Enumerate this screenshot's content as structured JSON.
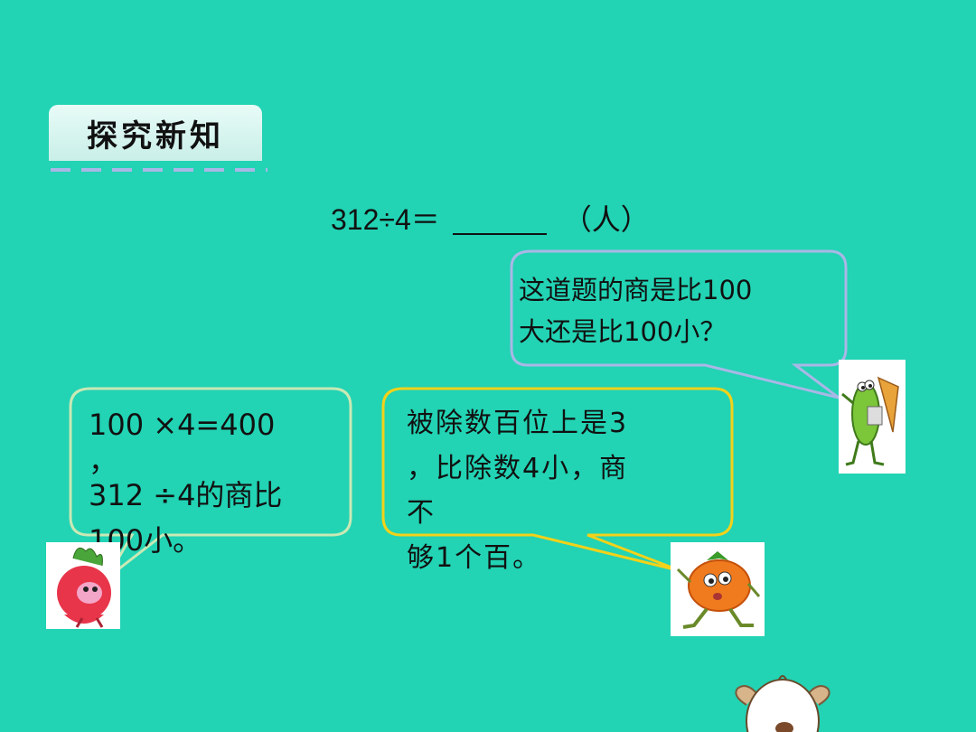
{
  "section_title": "探究新知",
  "equation": {
    "left": "312÷4＝",
    "unit": "（人）"
  },
  "bubbles": {
    "question": {
      "line1": "这道题的商是比100",
      "line2": "大还是比100小？"
    },
    "left": {
      "line1": "100 ×4=400",
      "line2": "，",
      "line3": "312 ÷4的商比",
      "line4": "100小。"
    },
    "middle": {
      "line1": "被除数百位上是3",
      "line2": "，比除数4小，商",
      "line3": "不",
      "line4": "够1个百。"
    }
  },
  "colors": {
    "background": "#22d3b4",
    "question_bubble_border": "#a9b7e6",
    "left_bubble_border": "#c9e9b5",
    "middle_bubble_border": "#f2d21a"
  },
  "icons": [
    "pea-character-icon",
    "radish-character-icon",
    "tomato-character-icon",
    "puppy-character-icon"
  ]
}
